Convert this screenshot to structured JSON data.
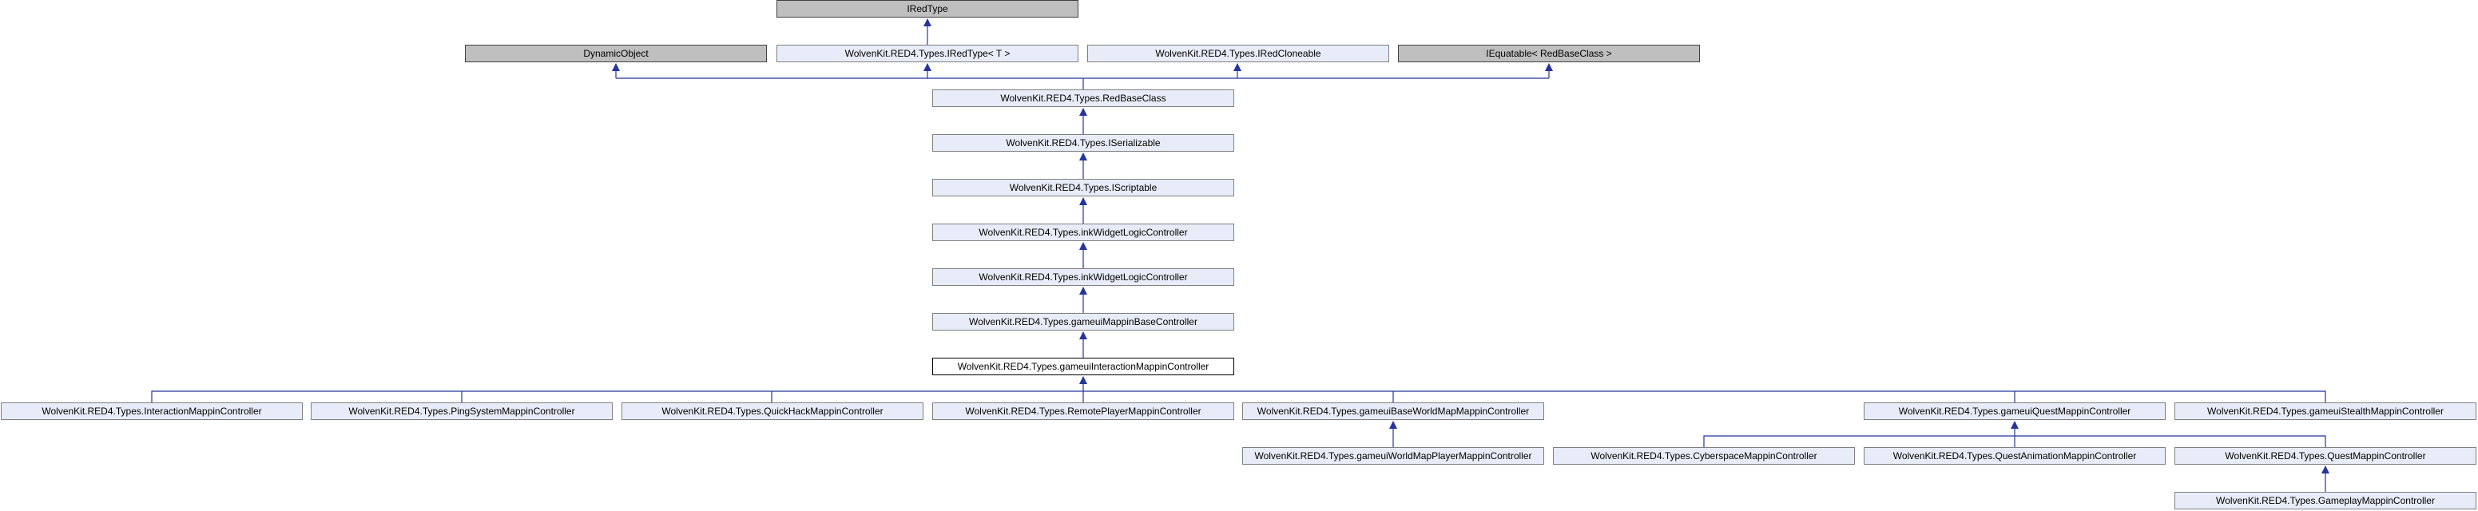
{
  "diagram": {
    "nodes": {
      "iredtype": "IRedType",
      "dynamicobject": "DynamicObject",
      "iredtype_t": "WolvenKit.RED4.Types.IRedType< T >",
      "iredcloneable": "WolvenKit.RED4.Types.IRedCloneable",
      "iequatable": "IEquatable< RedBaseClass >",
      "redbaseclass": "WolvenKit.RED4.Types.RedBaseClass",
      "iserializable": "WolvenKit.RED4.Types.ISerializable",
      "iscriptable": "WolvenKit.RED4.Types.IScriptable",
      "inkwidgetlogiccontroller_1": "WolvenKit.RED4.Types.inkWidgetLogicController",
      "inkwidgetlogiccontroller_2": "WolvenKit.RED4.Types.inkWidgetLogicController",
      "gameuimappinbasecontroller": "WolvenKit.RED4.Types.gameuiMappinBaseController",
      "gameuiinteractionmappincontroller": "WolvenKit.RED4.Types.gameuiInteractionMappinController",
      "interactionmappincontroller": "WolvenKit.RED4.Types.InteractionMappinController",
      "pingsystemmappincontroller": "WolvenKit.RED4.Types.PingSystemMappinController",
      "quickhackmappincontroller": "WolvenKit.RED4.Types.QuickHackMappinController",
      "remoteplayermappincontroller": "WolvenKit.RED4.Types.RemotePlayerMappinController",
      "gameuibaseworldmapmappincontroller": "WolvenKit.RED4.Types.gameuiBaseWorldMapMappinController",
      "gameuiquestmappincontroller": "WolvenKit.RED4.Types.gameuiQuestMappinController",
      "gameuistealthmappincontroller": "WolvenKit.RED4.Types.gameuiStealthMappinController",
      "gameuiworldmapplayermappincontroller": "WolvenKit.RED4.Types.gameuiWorldMapPlayerMappinController",
      "cyberspacemappincontroller": "WolvenKit.RED4.Types.CyberspaceMappinController",
      "questanimationmappincontroller": "WolvenKit.RED4.Types.QuestAnimationMappinController",
      "questmappincontroller": "WolvenKit.RED4.Types.QuestMappinController",
      "gameplaymappincontroller": "WolvenKit.RED4.Types.GameplayMappinController"
    },
    "colors": {
      "edge": "#25359b",
      "node_fill": "#e8ecf8",
      "external_fill": "#bfbfbf",
      "current_fill": "#ffffff"
    }
  }
}
